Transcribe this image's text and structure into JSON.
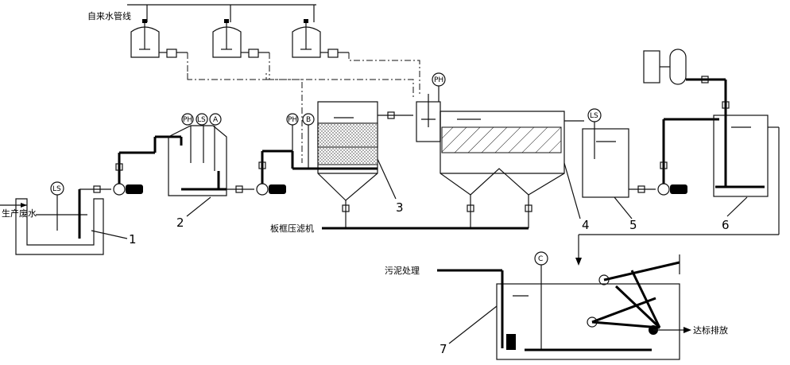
{
  "labels": {
    "tap_water_line": "自来水管线",
    "production_wastewater": "生产废水",
    "plate_frame_filter_press": "板框压滤机",
    "sludge_treatment": "污泥处理",
    "discharge_to_standard": "达标排放"
  },
  "numbers": [
    "1",
    "2",
    "3",
    "4",
    "5",
    "6",
    "7"
  ],
  "instruments": {
    "ls": "LS",
    "ph": "PH",
    "a": "A",
    "b": "B",
    "c": "C"
  }
}
